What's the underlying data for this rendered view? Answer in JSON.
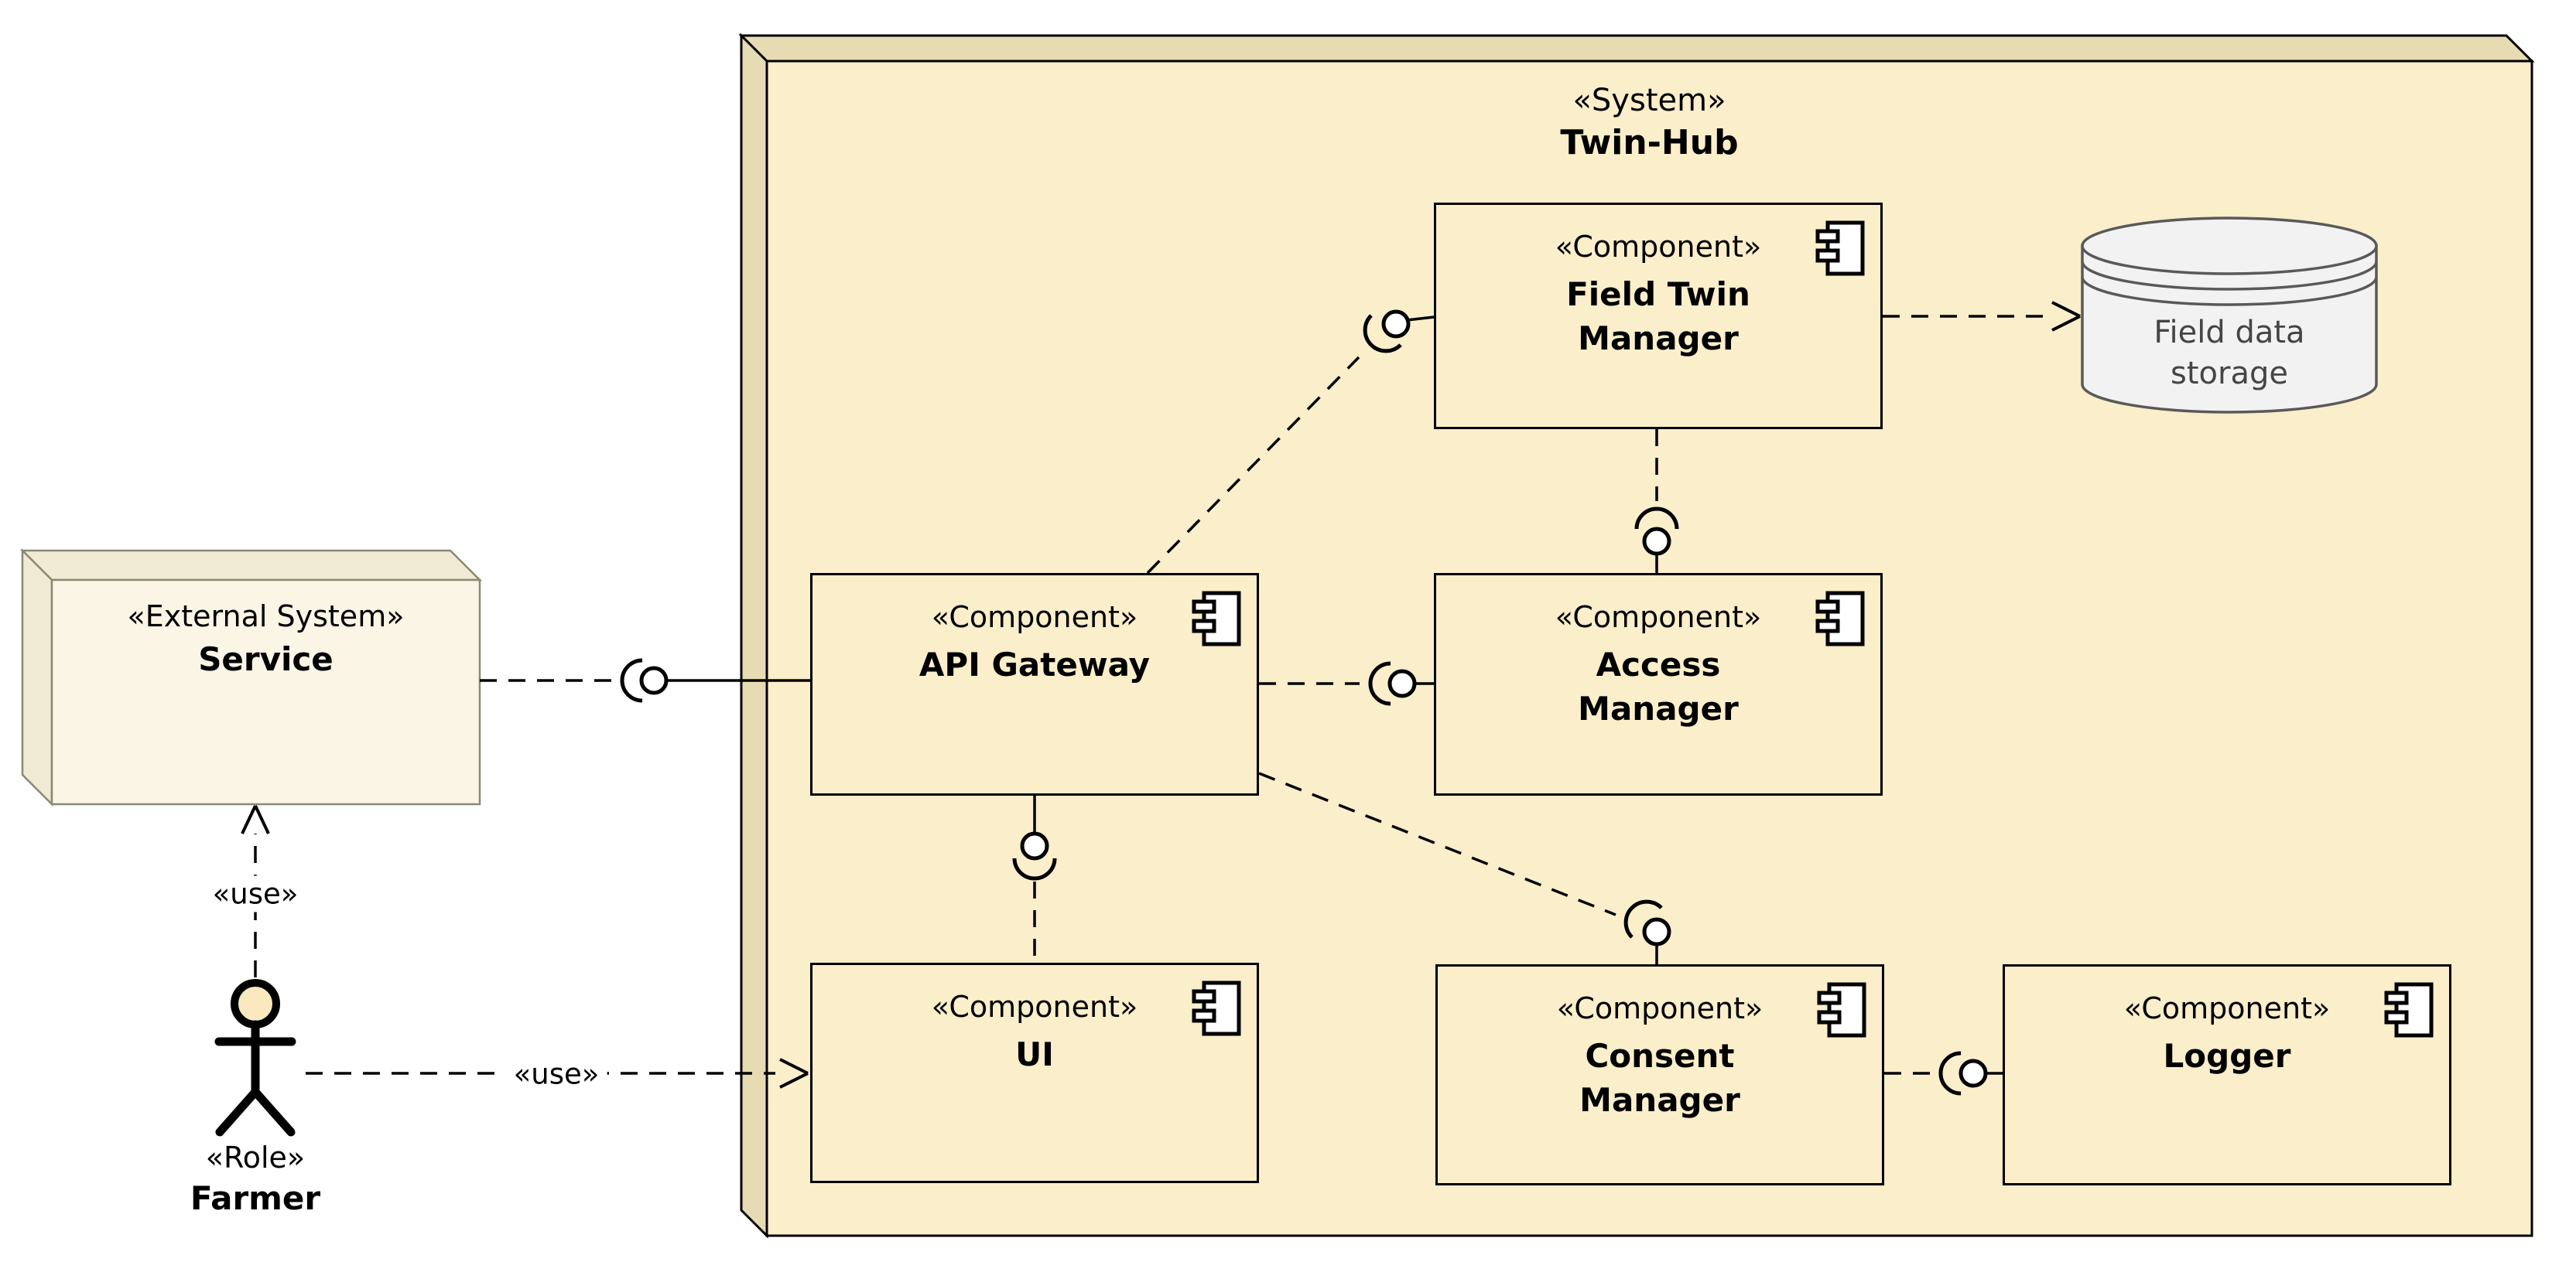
{
  "system_boundary": {
    "stereotype": "«System»",
    "name": "Twin-Hub"
  },
  "external_system": {
    "stereotype": "«External System»",
    "name": "Service"
  },
  "actor_farmer": {
    "stereotype": "«Role»",
    "name": "Farmer"
  },
  "storage": {
    "label": "Field data\nstorage"
  },
  "components": {
    "field_twin_manager": {
      "stereotype": "«Component»",
      "name": "Field Twin\nManager"
    },
    "api_gateway": {
      "stereotype": "«Component»",
      "name": "API Gateway"
    },
    "access_manager": {
      "stereotype": "«Component»",
      "name": "Access\nManager"
    },
    "ui": {
      "stereotype": "«Component»",
      "name": "UI"
    },
    "consent_manager": {
      "stereotype": "«Component»",
      "name": "Consent\nManager"
    },
    "logger": {
      "stereotype": "«Component»",
      "name": "Logger"
    }
  },
  "edge_labels": {
    "farmer_service_use": "«use»",
    "farmer_ui_use": "«use»"
  },
  "colors": {
    "system_fill": "#FAEECB",
    "system_side": "#E7DBB4",
    "component_fill": "#FAEECB",
    "external_fill": "#FBF5E6",
    "external_side": "#F1EAD4",
    "external_border": "#8A8876",
    "storage_fill": "#F2F2F2",
    "storage_border": "#595959",
    "line": "#000000"
  }
}
